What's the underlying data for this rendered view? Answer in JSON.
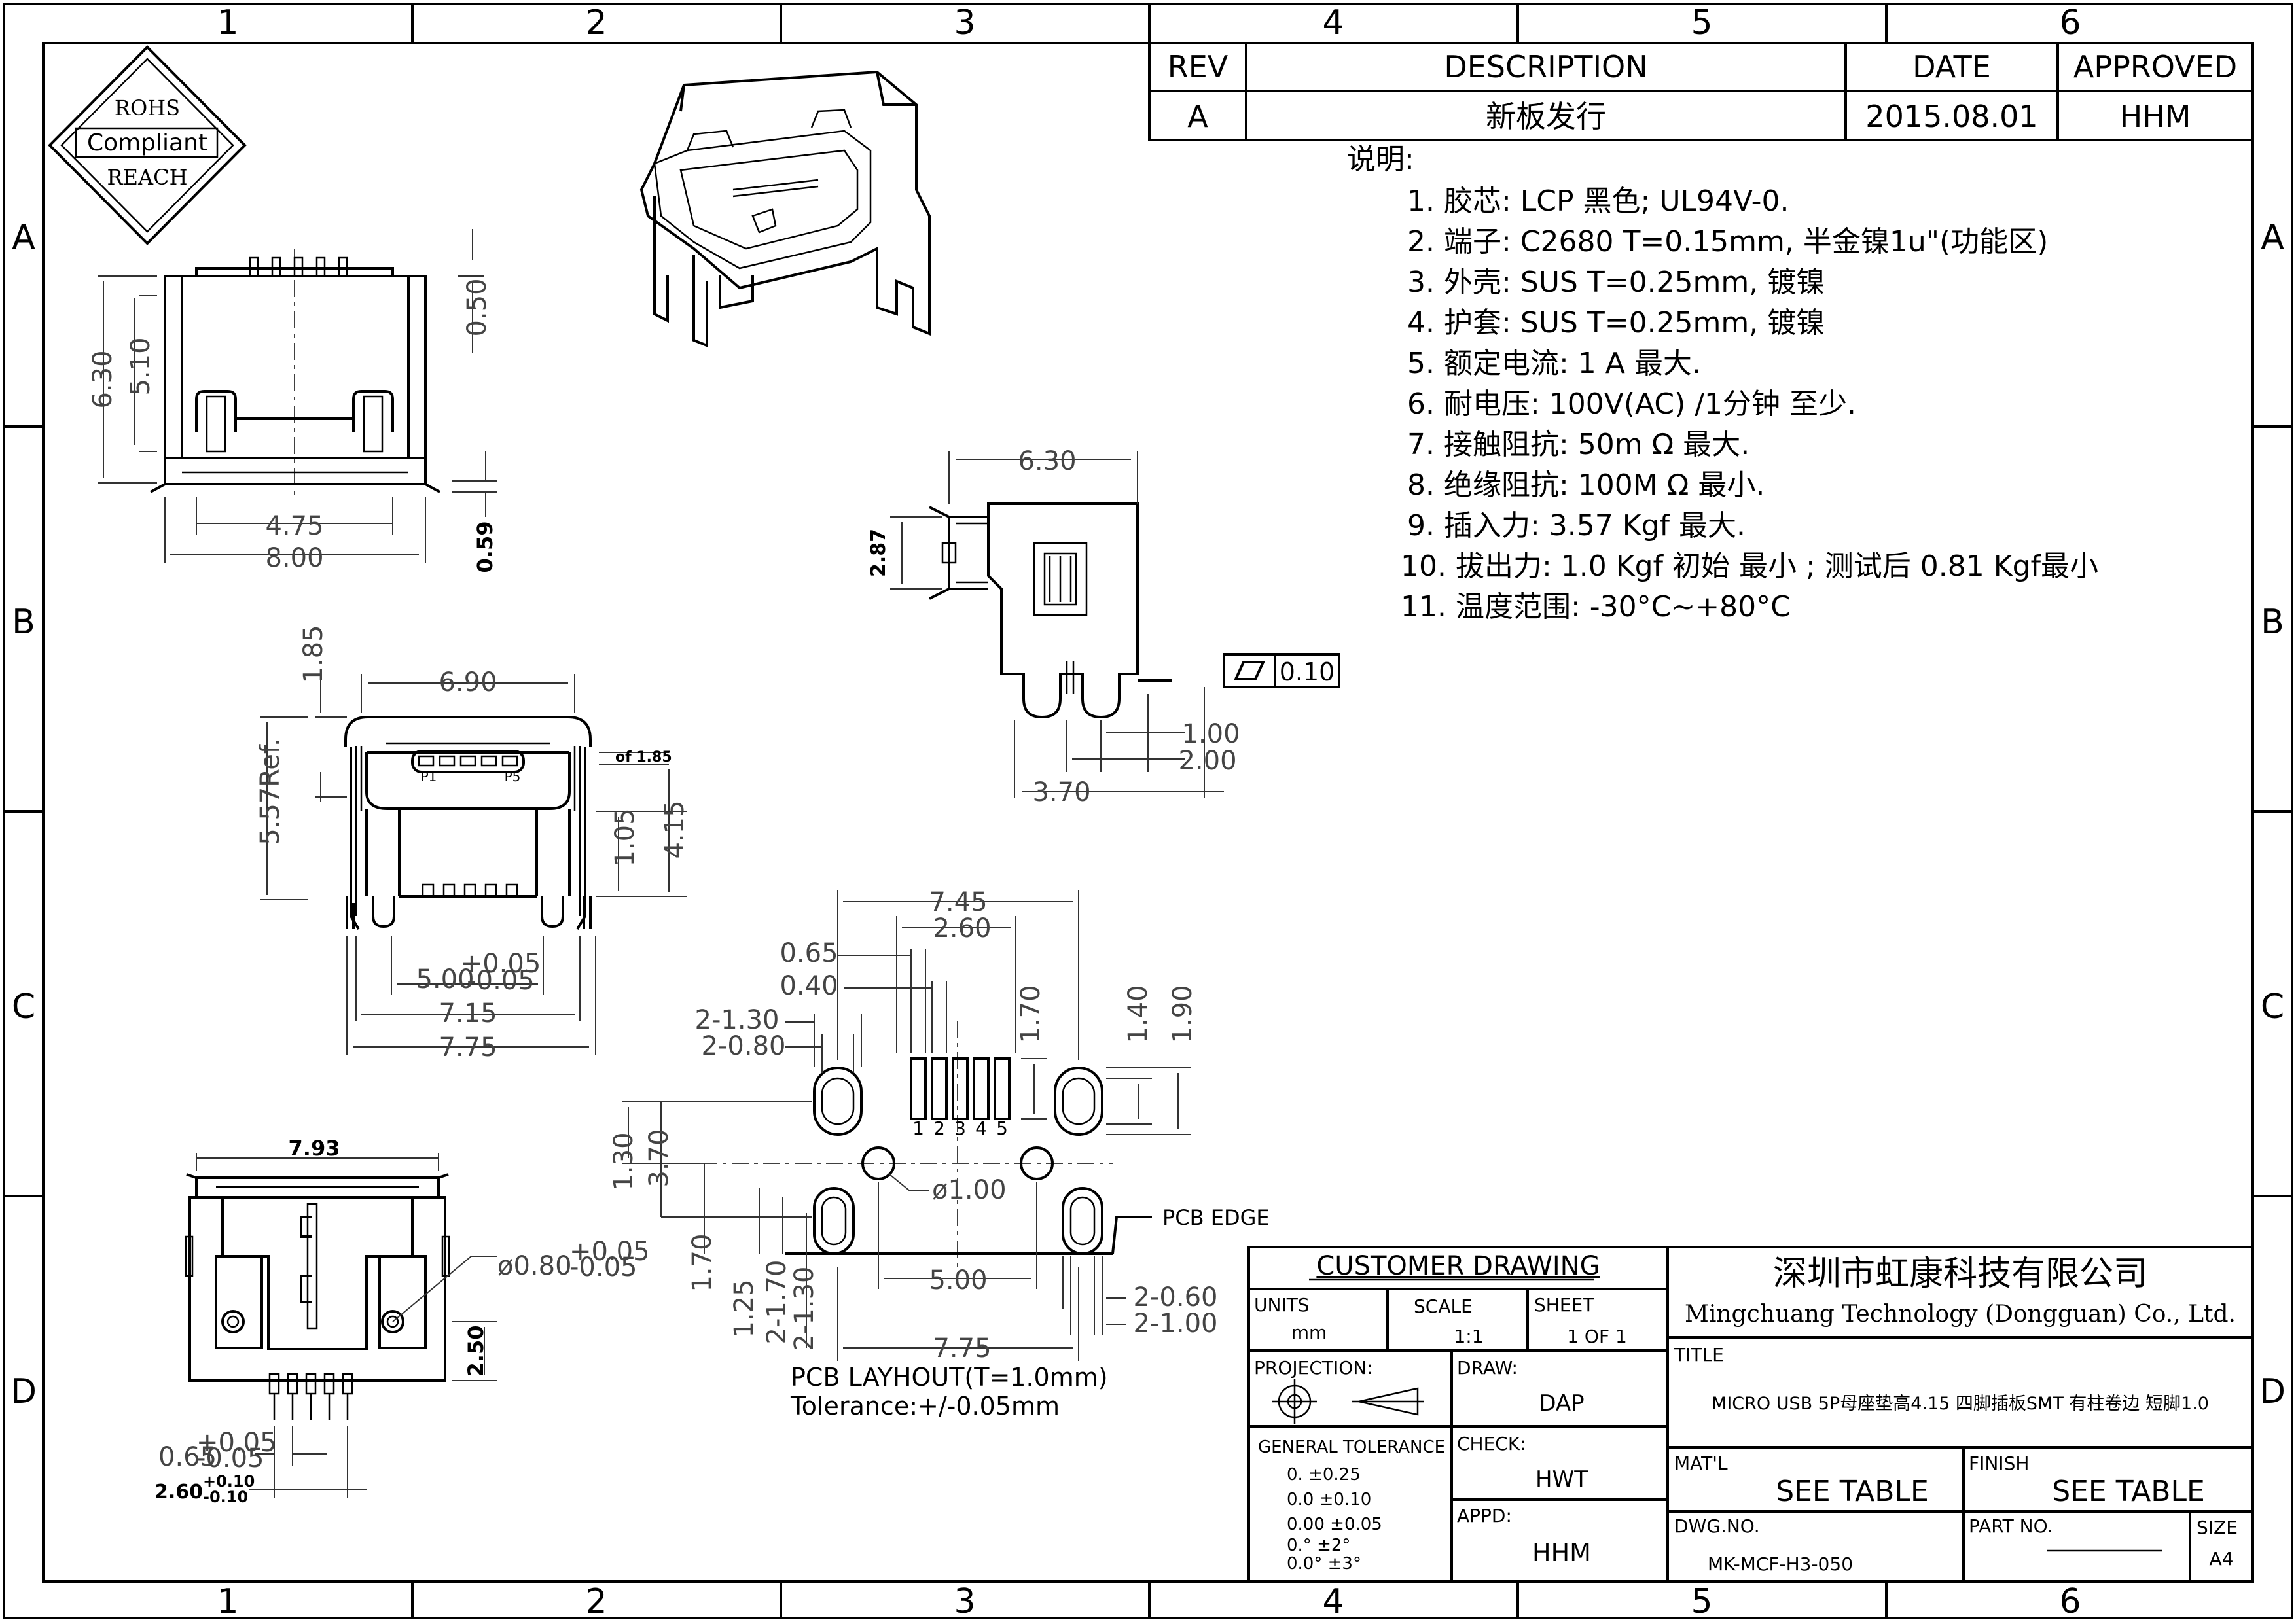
{
  "border": {
    "columns": [
      "1",
      "2",
      "3",
      "4",
      "5",
      "6"
    ],
    "rows": [
      "A",
      "B",
      "C",
      "D"
    ]
  },
  "badge": {
    "top": "ROHS",
    "middle": "Compliant",
    "bottom": "REACH"
  },
  "revision_table": {
    "headers": {
      "rev": "REV",
      "description": "DESCRIPTION",
      "date": "DATE",
      "approved": "APPROVED"
    },
    "row": {
      "rev": "A",
      "description": "新板发行",
      "date": "2015.08.01",
      "approved": "HHM"
    }
  },
  "notes": {
    "heading": "说明:",
    "items": [
      "1. 胶芯:  LCP   黑色; UL94V-0.",
      "2. 端子:  C2680   T=0.15mm,  半金镍1u\"(功能区)",
      "3. 外壳:  SUS  T=0.25mm, 镀镍",
      "4. 护套:  SUS  T=0.25mm, 镀镍",
      "5. 额定电流:  1 A 最大.",
      "6. 耐电压:  100V(AC)  /1分钟  至少.",
      "7. 接触阻抗:  50m Ω  最大.",
      "8. 绝缘阻抗:  100M  Ω  最小.",
      "9. 插入力:  3.57 Kgf 最大.",
      "10. 拔出力:  1.0 Kgf 初始  最小 ; 测试后   0.81 Kgf最小",
      "11. 温度范围:  -30°C~+80°C"
    ]
  },
  "dimensions": {
    "front_top": {
      "h_total": "6.30",
      "h_inner": "5.10",
      "pin": "0.50",
      "w_pins": "4.75",
      "w_total": "8.00",
      "foot": "0.59"
    },
    "side_view": {
      "len": "6.30",
      "h": "2.87",
      "flatness": "0.10",
      "d1": "1.00",
      "d2": "2.00",
      "d3": "3.70"
    },
    "front_view": {
      "w_top": "6.90",
      "h_top": "1.85",
      "h_ref": "5.57Ref.",
      "h_mid": "1.05",
      "h_low": "4.15",
      "w_pins_base": "5.00",
      "w_pins_tol": "+0.05",
      "w_pins_tol_low": "-0.05",
      "w_mid": "7.15",
      "w_total": "7.75",
      "of_label": "of 1.85",
      "p1": "P1",
      "p5": "P5"
    },
    "bottom_view": {
      "w": "7.93",
      "hole_base": "ø0.80",
      "hole_tol_up": "+0.05",
      "hole_tol_low": "-0.05",
      "h": "2.50",
      "pitch_base": "0.65",
      "pitch_tol_up": "+0.05",
      "pitch_tol_low": "-0.05",
      "span_base": "2.60",
      "span_tol_up": "+0.10",
      "span_tol_low": "-0.10"
    },
    "pcb_layout": {
      "w_top": "7.45",
      "w_pads": "2.60",
      "pad_w": "0.65",
      "pad_gap": "0.40",
      "slot_a": "2-1.30",
      "slot_b": "2-0.80",
      "pad_len": "1.70",
      "slot_h1": "1.40",
      "slot_h2": "1.90",
      "v1": "1.30",
      "v2": "3.70",
      "hole": "ø1.00",
      "pcb_edge": "PCB EDGE",
      "v3": "1.70",
      "v4": "1.25",
      "v5": "2-1.70",
      "v6": "2-1.30",
      "holes_pitch": "5.00",
      "r1": "2-0.60",
      "r2": "2-1.00",
      "w_bottom": "7.75",
      "pad_numbers": [
        "1",
        "2",
        "3",
        "4",
        "5"
      ],
      "caption1": "PCB  LAYHOUT(T=1.0mm)",
      "caption2": "Tolerance:+/-0.05mm"
    }
  },
  "title_block": {
    "customer_drawing": "CUSTOMER  DRAWING",
    "company_cn": "深圳市虹康科技有限公司",
    "company_en": "Mingchuang Technology (Dongguan) Co., Ltd.",
    "units_label": "UNITS",
    "units": "mm",
    "scale_label": "SCALE",
    "scale": "1:1",
    "sheet_label": "SHEET",
    "sheet": "1 OF 1",
    "title_label": "TITLE",
    "title": "MICRO USB 5P母座垫高4.15 四脚插板SMT 有柱卷边 短脚1.0",
    "projection_label": "PROJECTION:",
    "draw_label": "DRAW:",
    "draw": "DAP",
    "tolerance_label": "GENERAL  TOLERANCE",
    "tolerances": [
      "0.    ±0.25",
      "0.0   ±0.10",
      "0.00  ±0.05",
      "0.°   ±2°",
      "0.0°  ±3°"
    ],
    "check_label": "CHECK:",
    "check": "HWT",
    "appd_label": "APPD:",
    "appd": "HHM",
    "matl_label": "MAT'L",
    "matl": "SEE TABLE",
    "finish_label": "FINISH",
    "finish": "SEE TABLE",
    "dwg_label": "DWG.NO.",
    "dwg": "MK-MCF-H3-050",
    "part_label": "PART NO.",
    "size_label": "SIZE",
    "size": "A4"
  },
  "colors": {
    "line": "#000000",
    "dimension": "#444444",
    "paper": "#ffffff"
  }
}
